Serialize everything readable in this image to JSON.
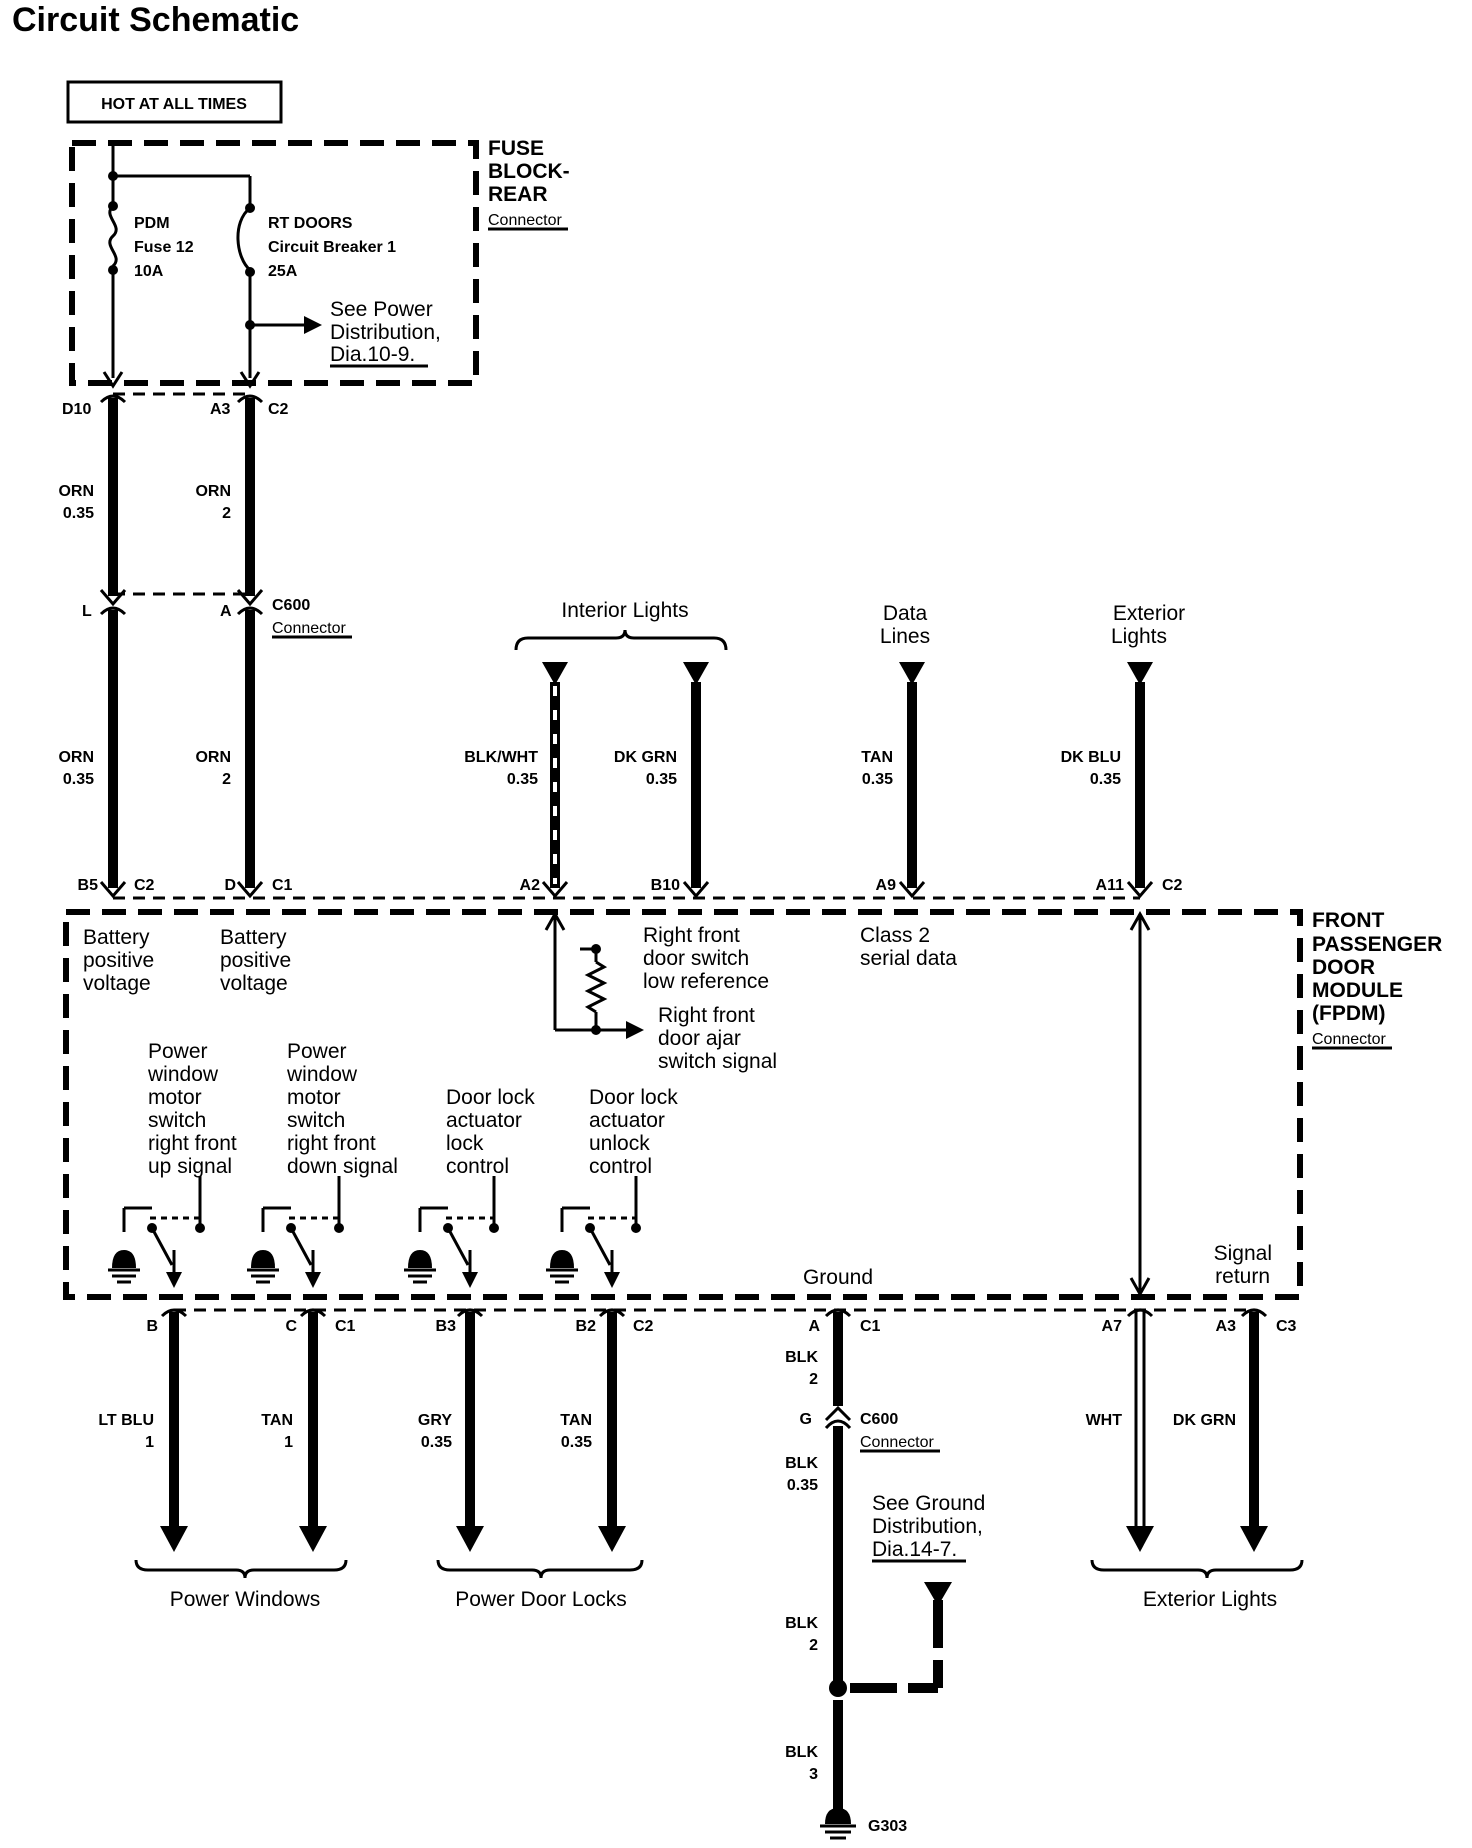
{
  "title": "Circuit Schematic",
  "hot_label": "HOT AT ALL TIMES",
  "fuse_block": {
    "name": [
      "FUSE",
      "BLOCK-",
      "REAR"
    ],
    "connector": "Connector",
    "fuse1": [
      "PDM",
      "Fuse 12",
      "10A"
    ],
    "fuse2": [
      "RT DOORS",
      "Circuit Breaker 1",
      "25A"
    ],
    "see_power": [
      "See Power",
      "Distribution,",
      "Dia.10-9."
    ]
  },
  "pins_top": {
    "d10": "D10",
    "a3": "A3",
    "c2": "C2"
  },
  "wires_upper": {
    "w1": [
      "ORN",
      "0.35"
    ],
    "w2": [
      "ORN",
      "2"
    ]
  },
  "c600_top": {
    "l": "L",
    "a": "A",
    "name": "C600",
    "connector": "Connector"
  },
  "wires_mid": {
    "w1": [
      "ORN",
      "0.35"
    ],
    "w2": [
      "ORN",
      "2"
    ],
    "w3": [
      "BLK/WHT",
      "0.35"
    ],
    "w4": [
      "DK GRN",
      "0.35"
    ],
    "w5": [
      "TAN",
      "0.35"
    ],
    "w6": [
      "DK BLU",
      "0.35"
    ]
  },
  "groups_top": {
    "interior": "Interior Lights",
    "data": [
      "Data",
      "Lines"
    ],
    "exterior": [
      "Exterior",
      "Lights"
    ]
  },
  "module_pins_top": {
    "b5": "B5",
    "c2a": "C2",
    "d": "D",
    "c1": "C1",
    "a2": "A2",
    "b10": "B10",
    "a9": "A9",
    "a11": "A11",
    "c2b": "C2"
  },
  "module": {
    "name": [
      "FRONT",
      "PASSENGER",
      "DOOR",
      "MODULE",
      "(FPDM)"
    ],
    "connector": "Connector",
    "batt1": [
      "Battery",
      "positive",
      "voltage"
    ],
    "batt2": [
      "Battery",
      "positive",
      "voltage"
    ],
    "low_ref": [
      "Right front",
      "door switch",
      "low reference"
    ],
    "class2": [
      "Class 2",
      "serial data"
    ],
    "ajar": [
      "Right front",
      "door ajar",
      "switch signal"
    ],
    "sw1": [
      "Power",
      "window",
      "motor",
      "switch",
      "right front",
      "up signal"
    ],
    "sw2": [
      "Power",
      "window",
      "motor",
      "switch",
      "right front",
      "down signal"
    ],
    "sw3": [
      "Door lock",
      "actuator",
      "lock",
      "control"
    ],
    "sw4": [
      "Door lock",
      "actuator",
      "unlock",
      "control"
    ],
    "ground": "Ground",
    "signal_return": [
      "Signal",
      "return"
    ]
  },
  "module_pins_bottom": {
    "b": "B",
    "c": "C",
    "c1a": "C1",
    "b3": "B3",
    "b2": "B2",
    "c2": "C2",
    "a": "A",
    "c1b": "C1",
    "a7": "A7",
    "a3": "A3",
    "c3": "C3"
  },
  "wires_lower": {
    "w1": [
      "LT BLU",
      "1"
    ],
    "w2": [
      "TAN",
      "1"
    ],
    "w3": [
      "GRY",
      "0.35"
    ],
    "w4": [
      "TAN",
      "0.35"
    ],
    "g1": [
      "BLK",
      "2"
    ],
    "g2": [
      "BLK",
      "0.35"
    ],
    "g3": [
      "BLK",
      "2"
    ],
    "g4": [
      "BLK",
      "3"
    ],
    "w5": "WHT",
    "w6": "DK GRN"
  },
  "c600_bottom": {
    "g": "G",
    "name": "C600",
    "connector": "Connector"
  },
  "see_ground": [
    "See Ground",
    "Distribution,",
    "Dia.14-7."
  ],
  "ground_name": "G303",
  "groups_bottom": {
    "windows": "Power Windows",
    "locks": "Power Door Locks",
    "exterior": "Exterior Lights"
  }
}
